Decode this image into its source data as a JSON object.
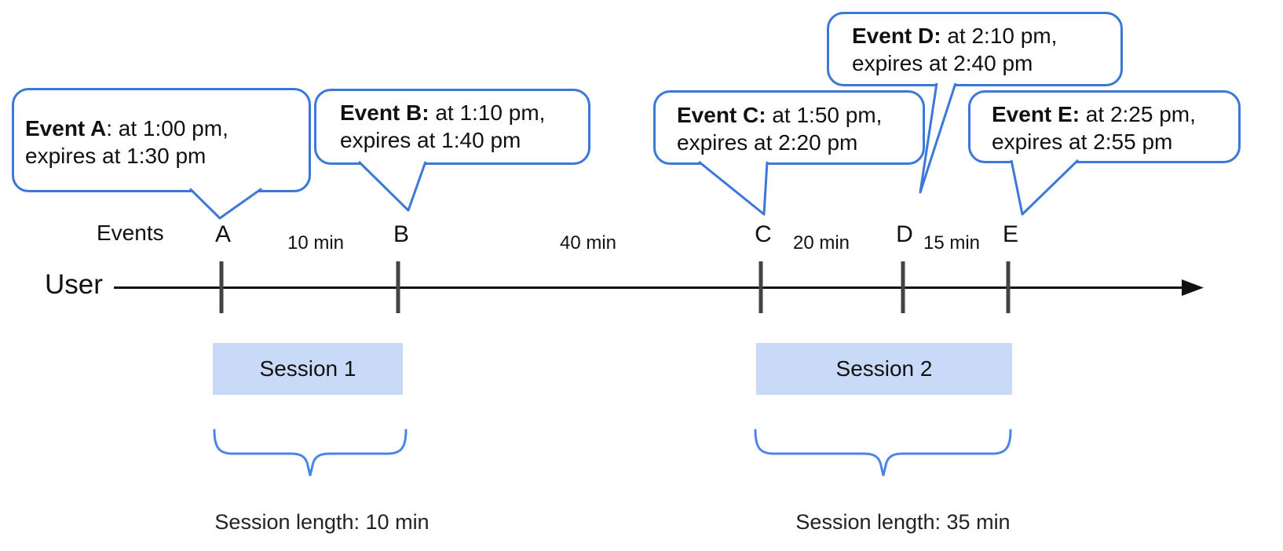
{
  "colors": {
    "bubble_border": "#3c78d8",
    "brace": "#4a86e8",
    "session_fill": "#c9daf8",
    "tick": "#434343",
    "ink": "#111111"
  },
  "bubbles": [
    {
      "event": "A",
      "bold": "Event A",
      "rest": ": at 1:00 pm,",
      "line2": "expires at 1:30 pm"
    },
    {
      "event": "B",
      "bold": "Event B:",
      "rest": " at 1:10 pm,",
      "line2": "expires at 1:40 pm"
    },
    {
      "event": "C",
      "bold": "Event C:",
      "rest": " at 1:50 pm,",
      "line2": "expires at 2:20 pm"
    },
    {
      "event": "D",
      "bold": "Event D:",
      "rest": " at 2:10 pm,",
      "line2": "expires at 2:40 pm"
    },
    {
      "event": "E",
      "bold": "Event E:",
      "rest": " at 2:25 pm,",
      "line2": "expires at 2:55 pm"
    }
  ],
  "timeline": {
    "events_label": "Events",
    "user_label": "User",
    "ticks": [
      "A",
      "B",
      "C",
      "D",
      "E"
    ],
    "gaps": [
      "10 min",
      "40 min",
      "20 min",
      "15 min"
    ]
  },
  "sessions": [
    {
      "label": "Session 1",
      "length": "Session length: 10 min"
    },
    {
      "label": "Session 2",
      "length": "Session length: 35 min"
    }
  ]
}
